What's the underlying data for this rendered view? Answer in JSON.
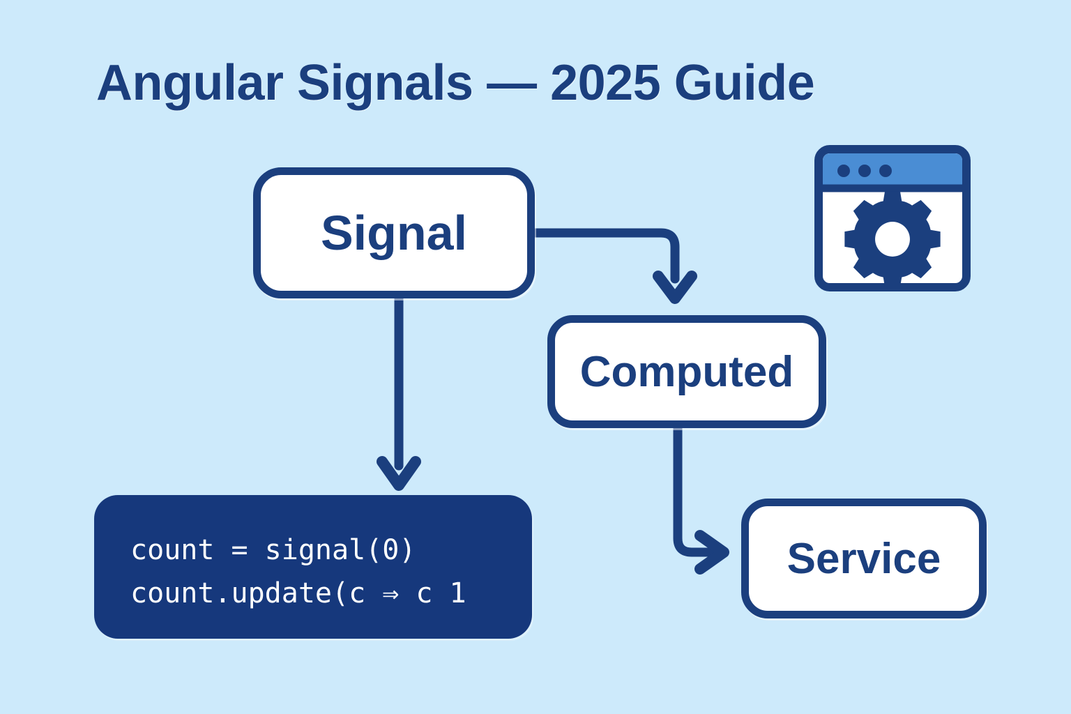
{
  "page": {
    "title": "Angular Signals — 2025 Guide",
    "background_color": "#cdeafb",
    "accent_color": "#1b3f7e",
    "code_background_color": "#16387c",
    "icon_titlebar_color": "#4a8dd4"
  },
  "diagram": {
    "type": "flowchart",
    "nodes": [
      {
        "id": "signal",
        "label": "Signal"
      },
      {
        "id": "computed",
        "label": "Computed"
      },
      {
        "id": "service",
        "label": "Service"
      }
    ],
    "edges": [
      {
        "from": "signal",
        "to": "computed",
        "shape": "elbow-right-down",
        "arrow": "down"
      },
      {
        "from": "signal",
        "to": "code",
        "shape": "straight-down",
        "arrow": "down"
      },
      {
        "from": "computed",
        "to": "service",
        "shape": "elbow-down-right",
        "arrow": "right"
      }
    ]
  },
  "code": {
    "lines": [
      "count = signal(0)",
      "count.update(c ⇒ c 1"
    ],
    "line_1": "count = signal(0)",
    "line_2": "count.update(c ⇒ c 1"
  },
  "icon": {
    "name": "browser-window-gear-icon",
    "dots": 3,
    "gear_teeth": 8
  }
}
